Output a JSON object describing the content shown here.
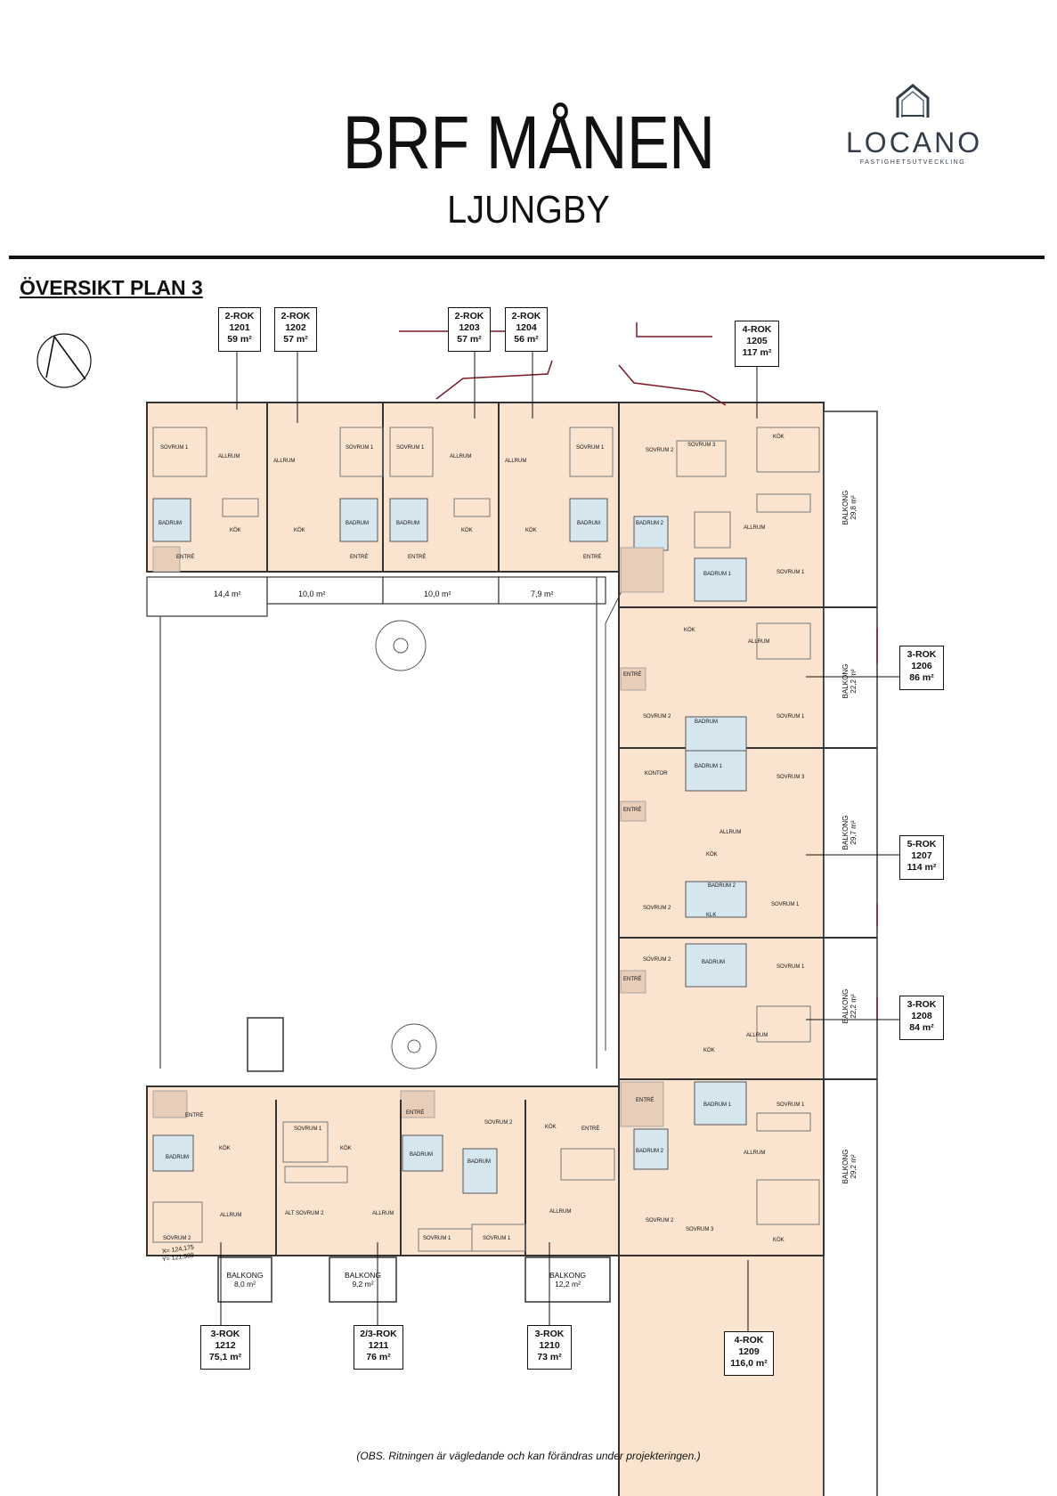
{
  "header": {
    "title": "BRF MÅNEN",
    "subtitle": "LJUNGBY",
    "logo_name": "LOCANO",
    "logo_sub": "FASTIGHETSUTVECKLING",
    "plan_title": "ÖVERSIKT PLAN 3"
  },
  "footer": {
    "note": "(OBS. Ritningen är vägledande och kan förändras under projekteringen.)"
  },
  "units": [
    {
      "type": "2-ROK",
      "id": "1201",
      "area": "59 m²"
    },
    {
      "type": "2-ROK",
      "id": "1202",
      "area": "57 m²"
    },
    {
      "type": "2-ROK",
      "id": "1203",
      "area": "57 m²"
    },
    {
      "type": "2-ROK",
      "id": "1204",
      "area": "56 m²"
    },
    {
      "type": "4-ROK",
      "id": "1205",
      "area": "117 m²"
    },
    {
      "type": "3-ROK",
      "id": "1206",
      "area": "86 m²"
    },
    {
      "type": "5-ROK",
      "id": "1207",
      "area": "114 m²"
    },
    {
      "type": "3-ROK",
      "id": "1208",
      "area": "84 m²"
    },
    {
      "type": "4-ROK",
      "id": "1209",
      "area": "116,0 m²"
    },
    {
      "type": "3-ROK",
      "id": "1210",
      "area": "73 m²"
    },
    {
      "type": "2/3-ROK",
      "id": "1211",
      "area": "76 m²"
    },
    {
      "type": "3-ROK",
      "id": "1212",
      "area": "75,1 m²"
    }
  ],
  "balconies_north": [
    "14,4 m²",
    "10,0 m²",
    "10,0 m²",
    "7,9 m²"
  ],
  "balconies_east": [
    {
      "label": "BALKONG",
      "area": "29,8 m²"
    },
    {
      "label": "BALKONG",
      "area": "22,2 m²"
    },
    {
      "label": "BALKONG",
      "area": "29,7 m²"
    },
    {
      "label": "BALKONG",
      "area": "22,2 m²"
    },
    {
      "label": "BALKONG",
      "area": "29,2 m²"
    }
  ],
  "balconies_south": [
    {
      "label": "BALKONG",
      "area": "8,0 m²"
    },
    {
      "label": "BALKONG",
      "area": "9,2 m²"
    },
    {
      "label": "BALKONG",
      "area": "12,2 m²"
    }
  ],
  "rooms": {
    "sovrum1": "SOVRUM 1",
    "sovrum2": "SOVRUM 2",
    "sovrum3": "SOVRUM 3",
    "allrum": "ALLRUM",
    "kok": "KÖK",
    "badrum": "BADRUM",
    "badrum1": "BADRUM 1",
    "badrum2": "BADRUM 2",
    "entre": "ENTRÉ",
    "kontor": "KONTOR",
    "klk": "KLK",
    "alt_sovrum2": "ALT SOVRUM 2"
  },
  "coords": {
    "x": "X= 124,175",
    "y": "Y= 121,989"
  }
}
